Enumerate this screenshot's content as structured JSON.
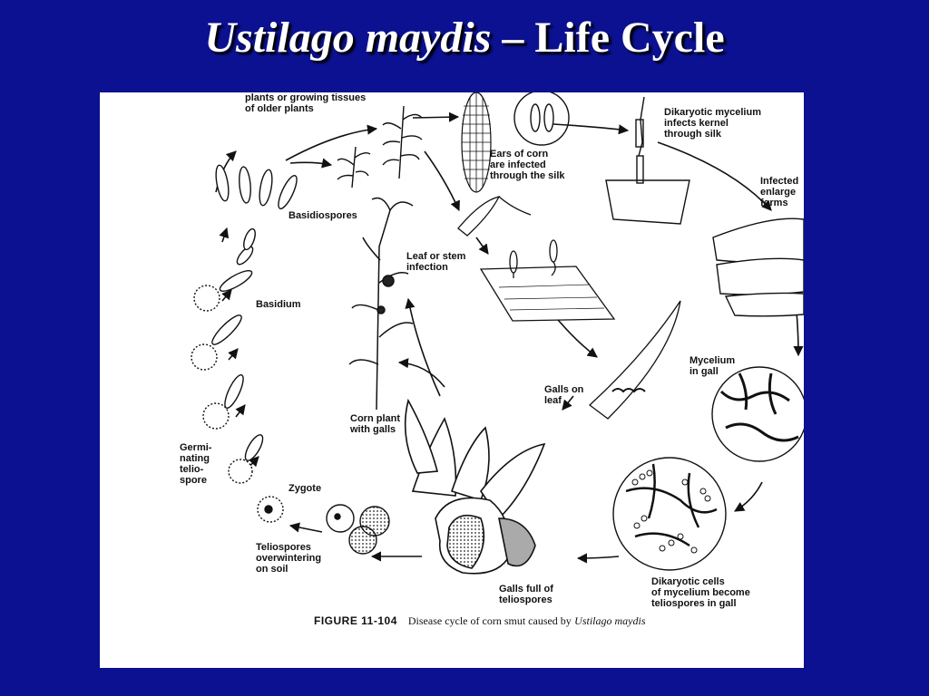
{
  "slide": {
    "title_species": "Ustilago maydis",
    "title_rest": "– Life Cycle",
    "background_color": "#0B1190"
  },
  "figure": {
    "labels": {
      "plants_tissues": "plants or growing tissues\nof older plants",
      "ears_infected": "Ears of corn\nare infected\nthrough the silk",
      "dikaryotic_kernel": "Dikaryotic mycelium\ninfects kernel\nthrough silk",
      "infected_enlarge": "Infected\nenlarge\nforms",
      "basidiospores": "Basidiospores",
      "leaf_stem": "Leaf or stem\ninfection",
      "basidium": "Basidium",
      "mycelium_gall": "Mycelium\nin gall",
      "galls_leaf": "Galls on\nleaf",
      "corn_plant_galls": "Corn plant\nwith galls",
      "germinating": "Germi-\nnating\ntelio-\nspore",
      "zygote": "Zygote",
      "teliospores_soil": "Teliospores\noverwintering\non soil",
      "galls_full": "Galls full of\nteliospores",
      "dikaryotic_cells": "Dikaryotic cells\nof mycelium become\nteliospores in gall"
    },
    "caption": {
      "figure_number": "FIGURE 11-104",
      "text": "Disease cycle of corn smut caused by",
      "species": "Ustilago maydis"
    }
  }
}
